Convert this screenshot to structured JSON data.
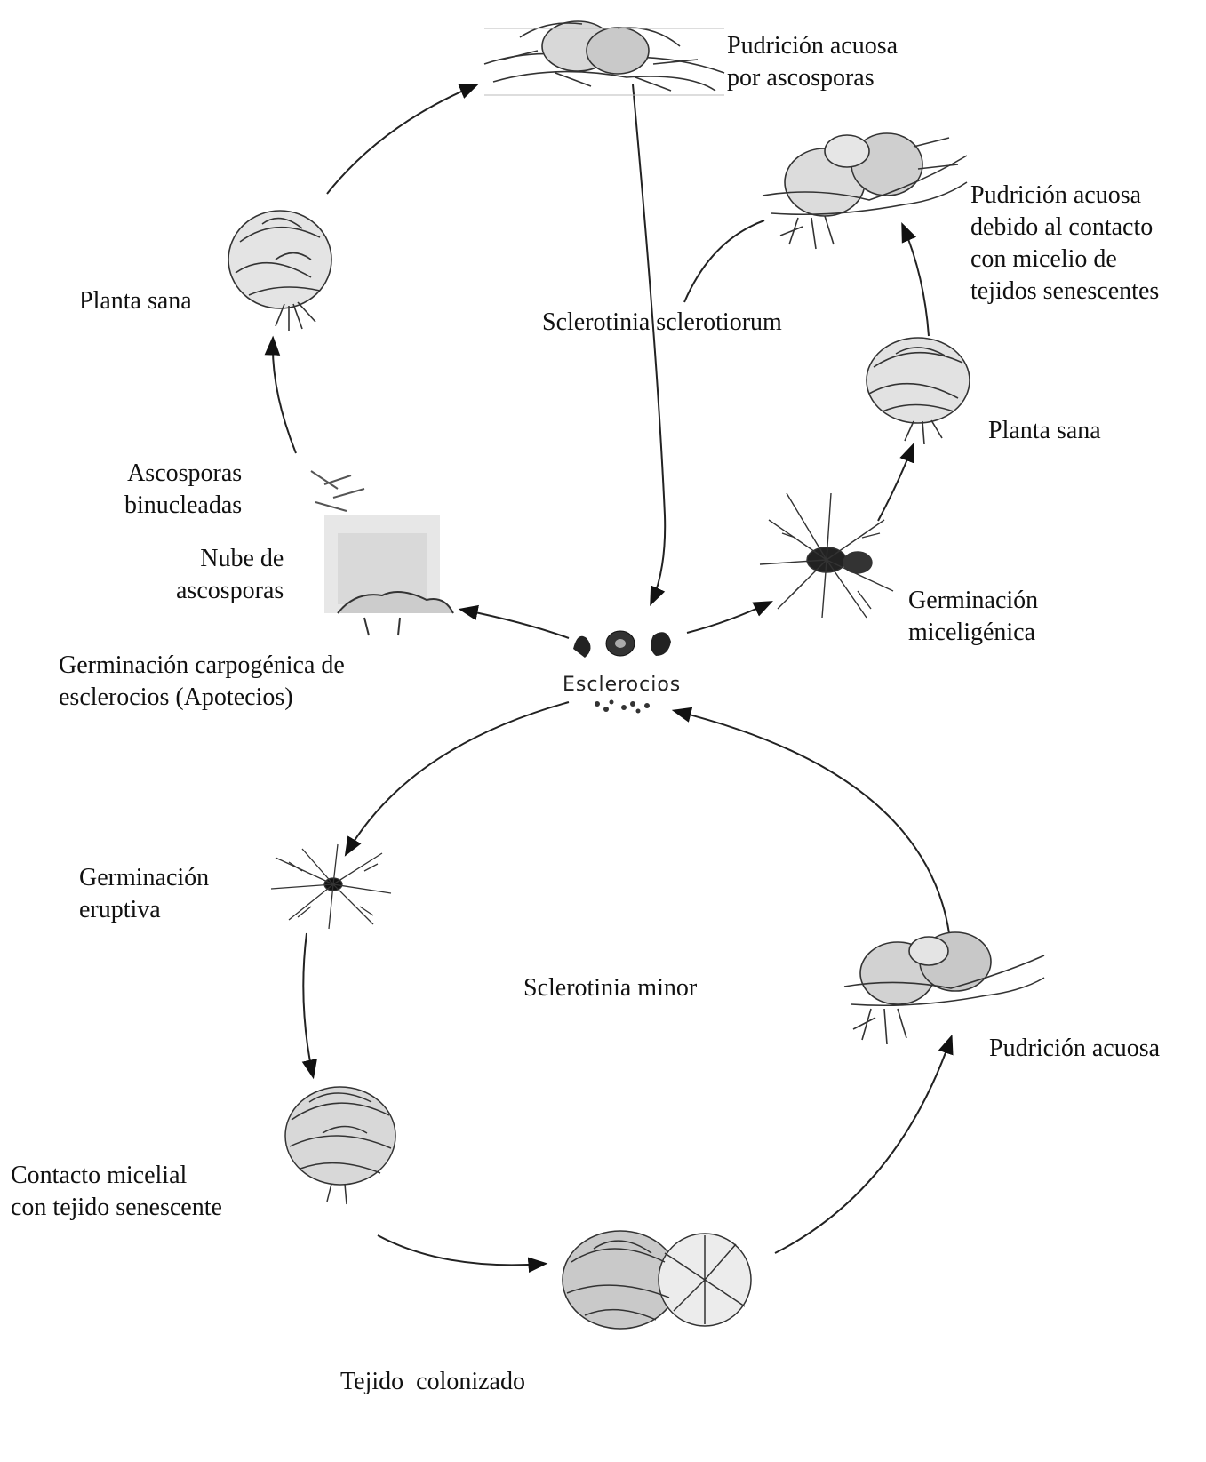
{
  "center": {
    "label": "Esclerocios"
  },
  "cycle_titles": {
    "upper": "Sclerotinia sclerotiorum",
    "lower": "Sclerotinia minor"
  },
  "labels": {
    "pudricion_ascosporas": [
      "Pudrición acuosa",
      "por ascosporas"
    ],
    "pudricion_contacto": [
      "Pudrición acuosa",
      "debido al contacto",
      "con micelio de",
      "tejidos senescentes"
    ],
    "planta_sana_left": [
      "Planta sana"
    ],
    "planta_sana_right": [
      "Planta sana"
    ],
    "ascosporas_binucleadas": [
      "Ascosporas",
      "binucleadas"
    ],
    "nube_ascosporas": [
      "Nube de",
      "ascosporas"
    ],
    "germ_carpogenica": [
      "Germinación carpogénica de",
      "esclerocios (Apotecios)"
    ],
    "germ_miceligenica": [
      "Germinación",
      "miceligénica"
    ],
    "germ_eruptiva": [
      "Germinación",
      "eruptiva"
    ],
    "pudricion_lower": [
      "Pudrición acuosa"
    ],
    "contacto_micelial": [
      "Contacto micelial",
      "con tejido senescente"
    ],
    "tejido_colonizado": [
      "Tejido  colonizado"
    ]
  },
  "colors": {
    "ink": "#111111",
    "sketch": "#3a3a3a",
    "shade": "#9a9a9a",
    "background": "#ffffff"
  },
  "icons": {
    "infected_plant_top": "infected-plant-sketch-icon",
    "infected_plant_right": "infected-plant-sketch-icon",
    "healthy_plant_left": "healthy-plant-sketch-icon",
    "healthy_plant_right": "healthy-plant-sketch-icon",
    "apothecia": "apothecia-sketch-icon",
    "mycelial_germination": "mycelial-germination-sketch-icon",
    "sclerotia": "sclerotia-sketch-icon",
    "eruptive_germination": "eruptive-germination-sketch-icon",
    "contact_plant": "contact-plant-sketch-icon",
    "colonized_tissue": "colonized-tissue-sketch-icon",
    "rot_plant_lower": "rot-plant-sketch-icon"
  }
}
